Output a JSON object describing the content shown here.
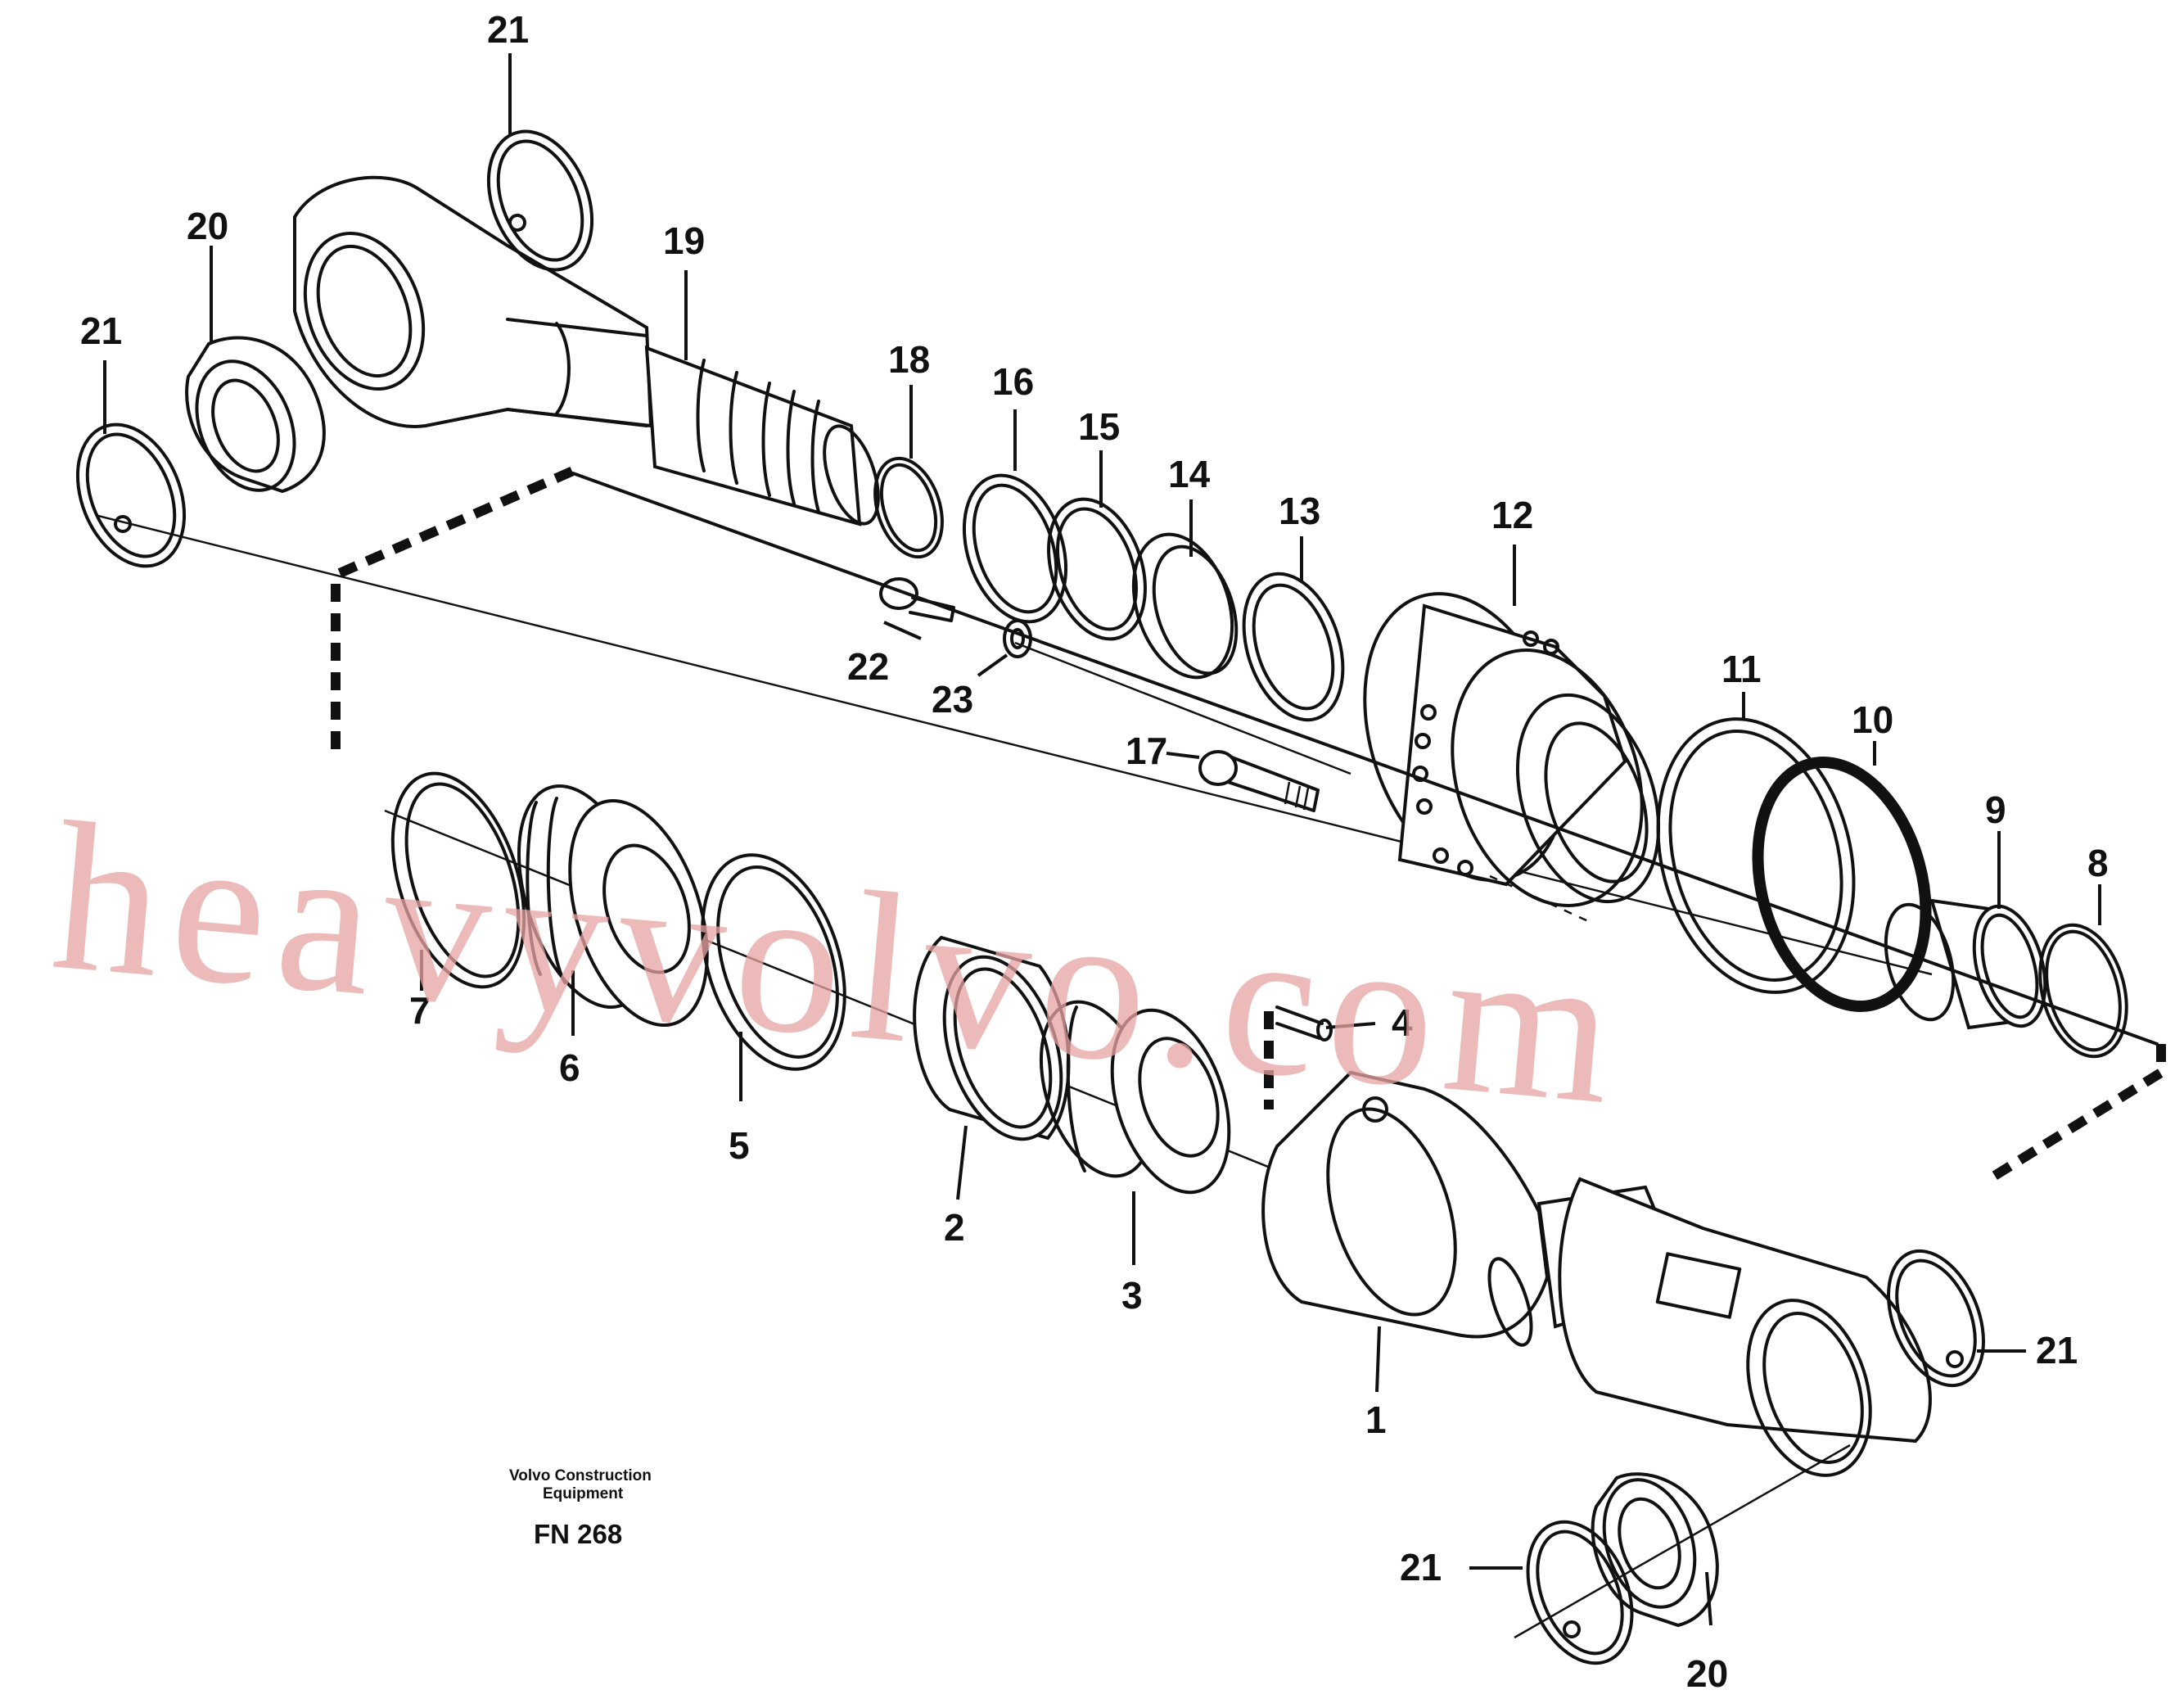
{
  "callouts": [
    {
      "number": "1"
    },
    {
      "number": "2"
    },
    {
      "number": "3"
    },
    {
      "number": "4"
    },
    {
      "number": "5"
    },
    {
      "number": "6"
    },
    {
      "number": "7"
    },
    {
      "number": "8"
    },
    {
      "number": "9"
    },
    {
      "number": "10"
    },
    {
      "number": "11"
    },
    {
      "number": "12"
    },
    {
      "number": "13"
    },
    {
      "number": "14"
    },
    {
      "number": "15"
    },
    {
      "number": "16"
    },
    {
      "number": "17"
    },
    {
      "number": "18"
    },
    {
      "number": "19"
    },
    {
      "number": "20"
    },
    {
      "number": "21"
    },
    {
      "number": "20"
    },
    {
      "number": "21"
    },
    {
      "number": "21"
    },
    {
      "number": "21"
    },
    {
      "number": "20"
    },
    {
      "number": "22"
    },
    {
      "number": "23"
    }
  ],
  "watermark": "heavyvolvo.com",
  "footer": {
    "manufacturer_line1": "Volvo Construction",
    "manufacturer_line2": "Equipment",
    "figure_code": "FN 268"
  },
  "colors": {
    "line": "#111111",
    "watermark": "#e8a3a3",
    "background": "#ffffff"
  }
}
